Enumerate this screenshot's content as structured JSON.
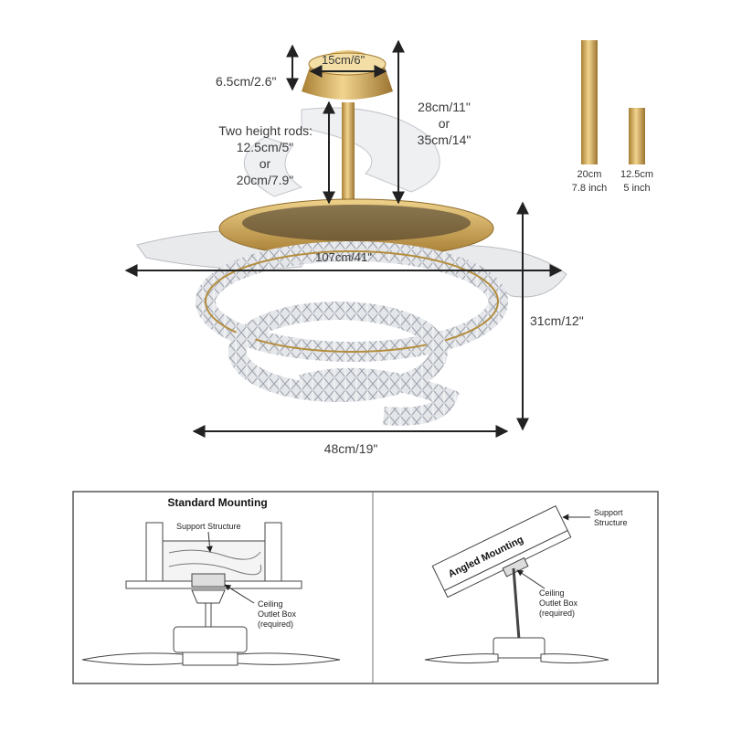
{
  "product": {
    "dimensions": {
      "canopy_height": "6.5cm/2.6\"",
      "canopy_diameter": "15cm/6\"",
      "rod_label_line1": "Two height rods:",
      "rod_label_line2": "12.5cm/5\"",
      "rod_label_line3": "or",
      "rod_label_line4": "20cm/7.9\"",
      "drop_line1": "28cm/11\"",
      "drop_line2": "or",
      "drop_line3": "35cm/14\"",
      "blade_span": "107cm/41\"",
      "fixture_height": "31cm/12\"",
      "fixture_width": "48cm/19\""
    },
    "rods": [
      {
        "line1": "20cm",
        "line2": "7.8 inch"
      },
      {
        "line1": "12.5cm",
        "line2": "5 inch"
      }
    ],
    "colors": {
      "gold": "#c9a24a",
      "arrow": "#222222",
      "crystal": "#d8dbe0"
    }
  },
  "mounting": {
    "standard": {
      "title": "Standard Mounting",
      "support_label": "Support Structure",
      "outlet_line1": "Ceiling",
      "outlet_line2": "Outlet Box",
      "outlet_line3": "(required)"
    },
    "angled": {
      "title": "Angled Mounting",
      "support_line1": "Support",
      "support_line2": "Structure",
      "outlet_line1": "Ceiling",
      "outlet_line2": "Outlet Box",
      "outlet_line3": "(required)"
    }
  }
}
